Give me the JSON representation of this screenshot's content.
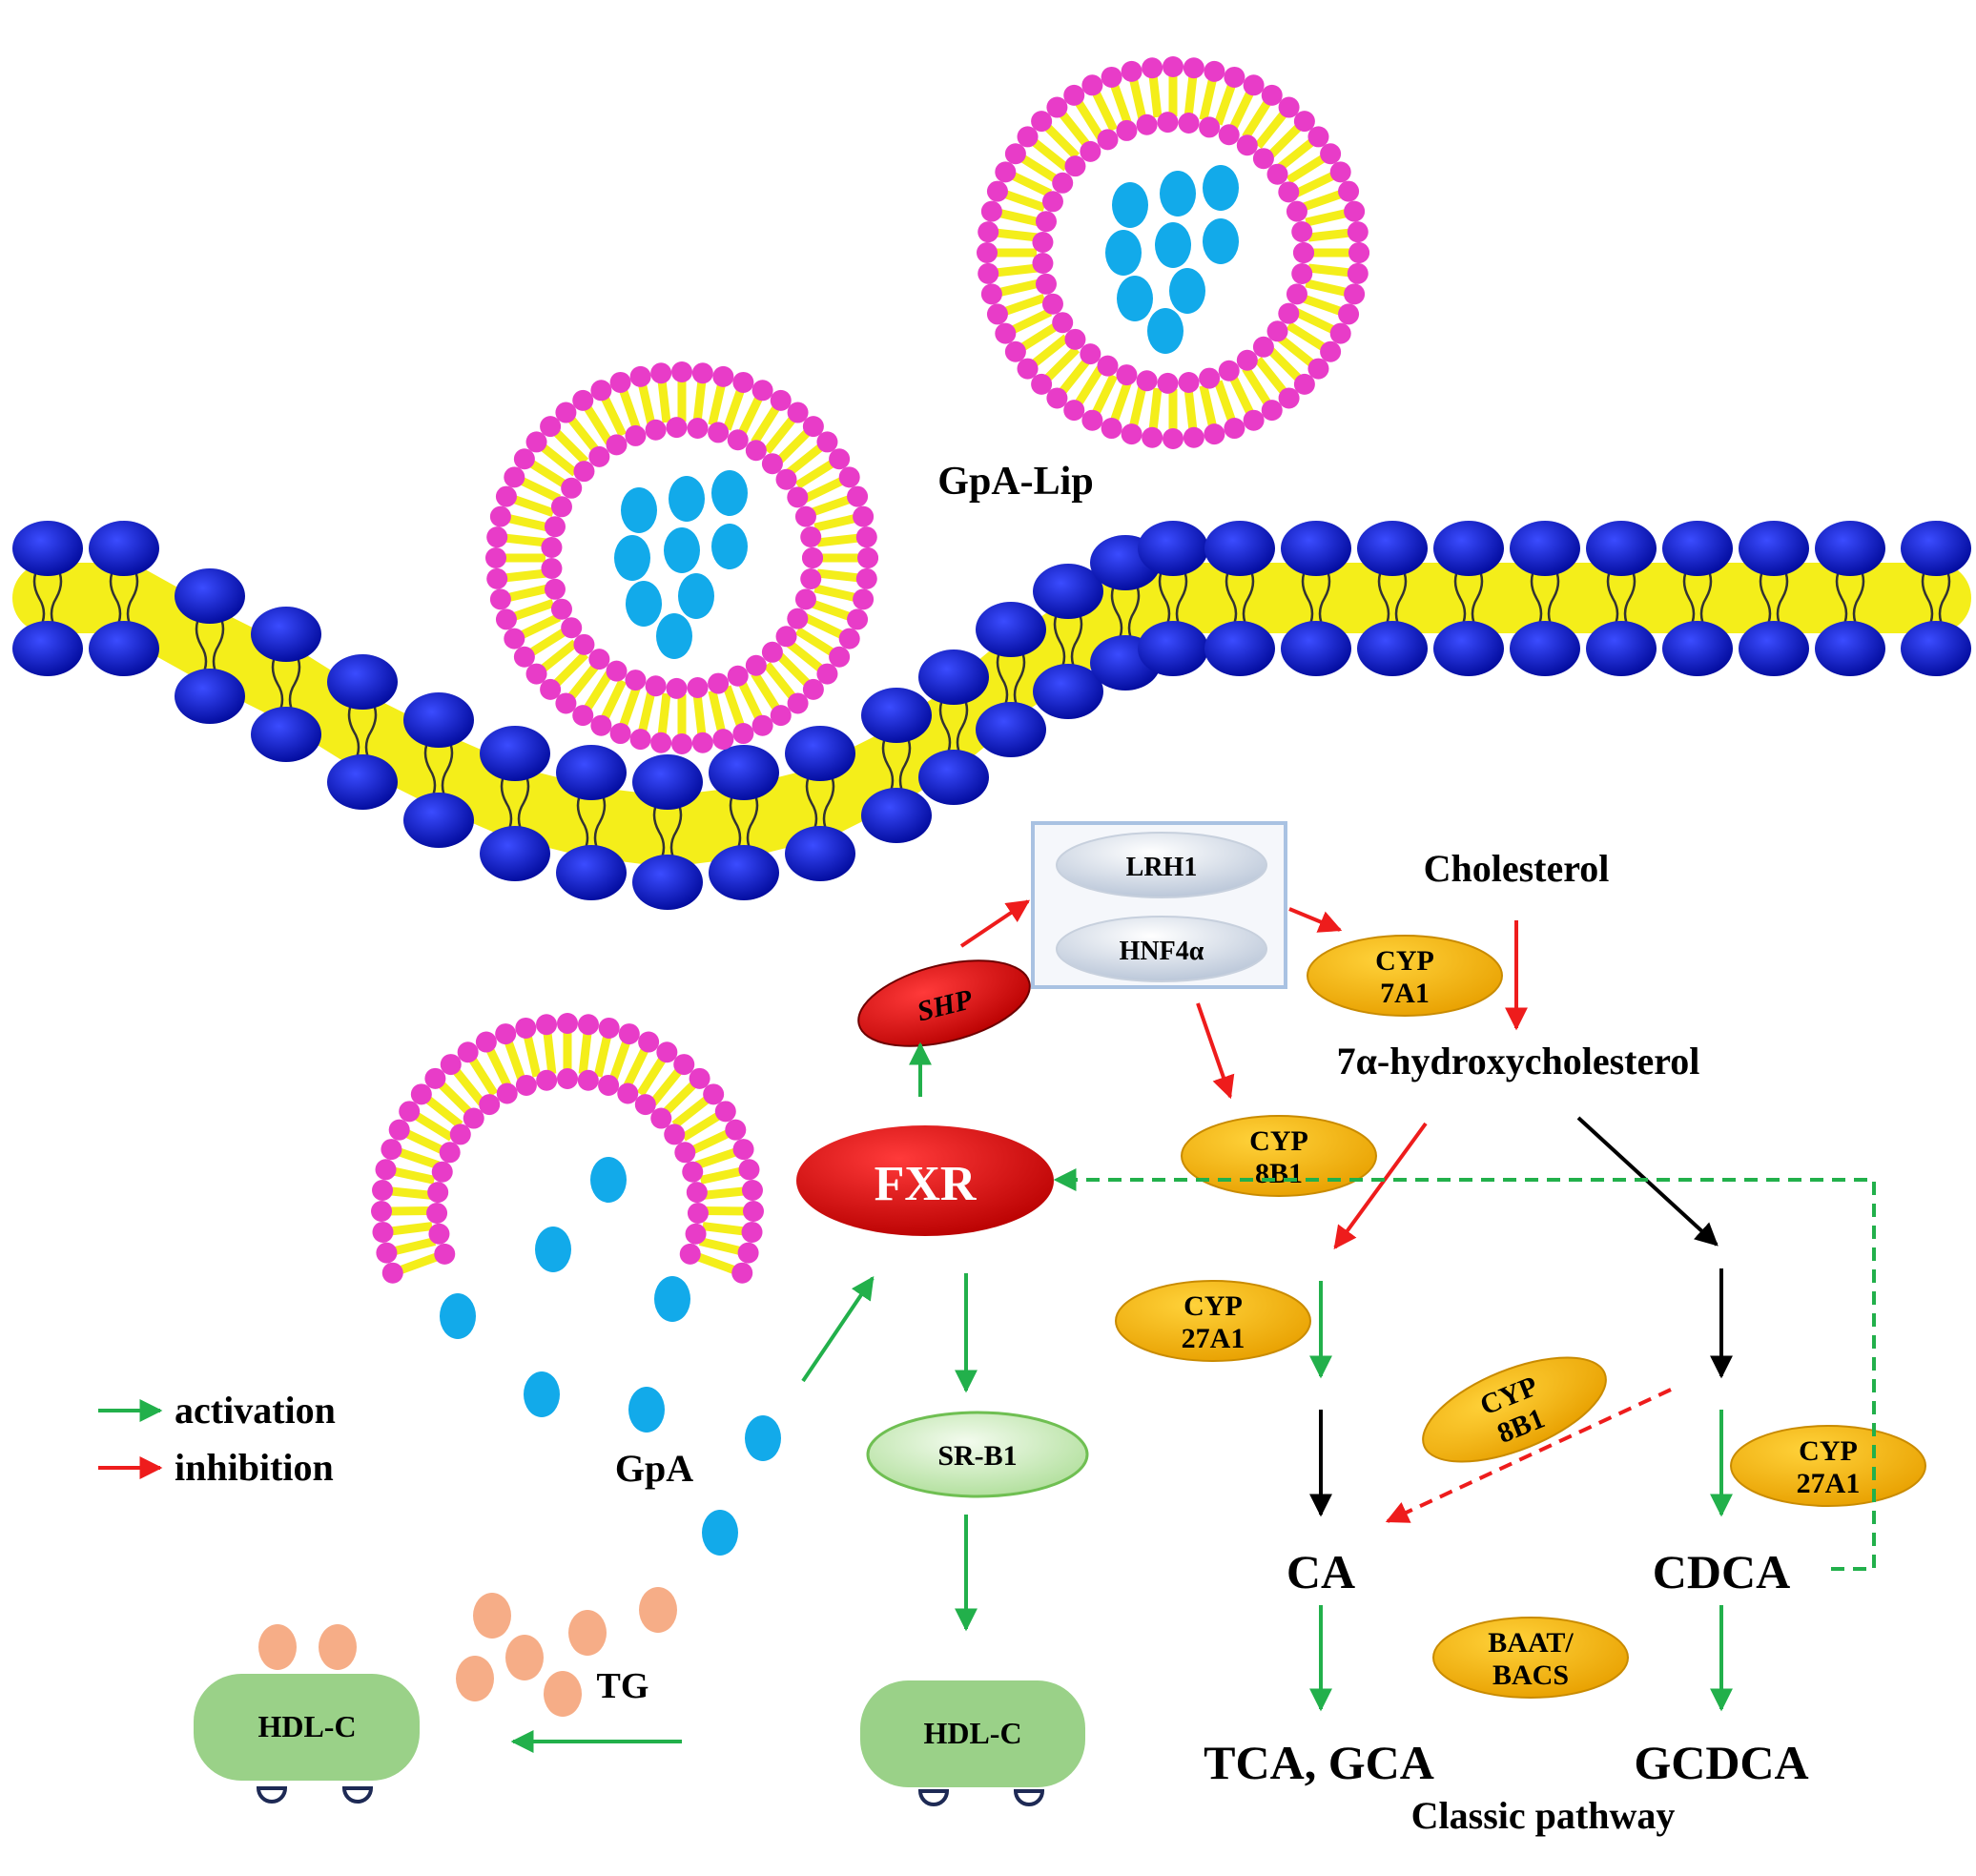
{
  "liposome_label": "GpA-Lip",
  "nuclear_receptors": [
    "LRH1",
    "HNF4α"
  ],
  "shp_label": "SHP",
  "fxr_label": "FXR",
  "srb1_label": "SR-B1",
  "gpa_label": "GpA",
  "tg_label": "TG",
  "hdl_left_label": "HDL-C",
  "hdl_right_label": "HDL-C",
  "legend": {
    "activation": "activation",
    "inhibition": "inhibition"
  },
  "metabolites": {
    "cholesterol": "Cholesterol",
    "hydroxy": "7α-hydroxycholesterol",
    "ca": "CA",
    "cdca": "CDCA",
    "tca_gca": "TCA, GCA",
    "gcdca": "GCDCA",
    "pathway": "Classic pathway"
  },
  "enzymes": {
    "cyp7a1": [
      "CYP",
      "7A1"
    ],
    "cyp8b1_top": [
      "CYP",
      "8B1"
    ],
    "cyp27a1_left": [
      "CYP",
      "27A1"
    ],
    "cyp8b1_mid": [
      "CYP",
      "8B1"
    ],
    "cyp27a1_right": [
      "CYP",
      "27A1"
    ],
    "baat_bacs": [
      "BAAT/",
      "BACS"
    ]
  },
  "colors": {
    "activation": "#22b04b",
    "inhibition": "#ee1c1c",
    "enzyme": "#f5b400",
    "fxr": "#e8141c",
    "head_blue": "#0a1abf",
    "lipid_yellow": "#f4ee1a",
    "lip_pink": "#e83cc8",
    "drug_blue": "#12aaea",
    "tg_peach": "#f6ad87",
    "hdl_green": "#9ad188"
  }
}
